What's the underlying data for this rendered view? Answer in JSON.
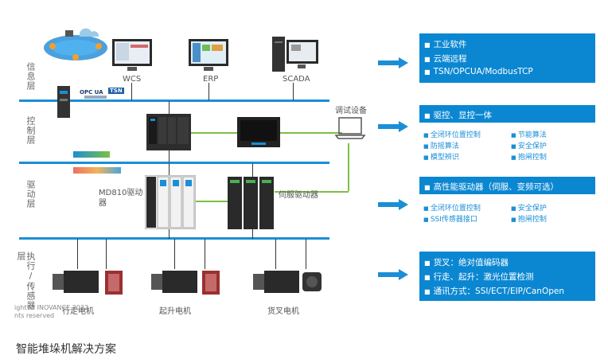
{
  "layers": {
    "info": "信息层",
    "control": "控制层",
    "drive": "驱动层",
    "exec": "执行/传感器层"
  },
  "devices": {
    "wcs": "WCS",
    "erp": "ERP",
    "scada": "SCADA",
    "debug": "调试设备",
    "md810": "MD810驱动器",
    "servo_driver": "伺服驱动器",
    "travel_motor": "行走电机",
    "lift_motor": "起升电机",
    "fork_motor": "货叉电机"
  },
  "logos": {
    "opcua": "OPC UA",
    "tsn": "TSN"
  },
  "panels": {
    "p1": {
      "items": [
        "工业软件",
        "云端远程",
        "TSN/OPCUA/ModbusTCP"
      ]
    },
    "p2": {
      "header": "驱控、显控一体",
      "left": [
        "全闭环位置控制",
        "防摇算法",
        "模型辨识"
      ],
      "right": [
        "节能算法",
        "安全保护",
        "抱闸控制"
      ]
    },
    "p3": {
      "header": "高性能驱动器（伺服、变频可选）",
      "left": [
        "全闭环位置控制",
        "SSI传感器接口"
      ],
      "right": [
        "安全保护",
        "抱闸控制"
      ]
    },
    "p4": {
      "items": [
        "货叉：绝对值编码器",
        "行走、起升：激光位置检测",
        "通讯方式：SSI/ECT/EIP/CanOpen"
      ]
    }
  },
  "copyright": [
    "ight © INOVANCE 2022",
    "nts reserved"
  ],
  "title": "智能堆垛机解决方案",
  "colors": {
    "accent": "#0b87d2",
    "bus": "#1a8fd6",
    "link": "#7bc043"
  }
}
